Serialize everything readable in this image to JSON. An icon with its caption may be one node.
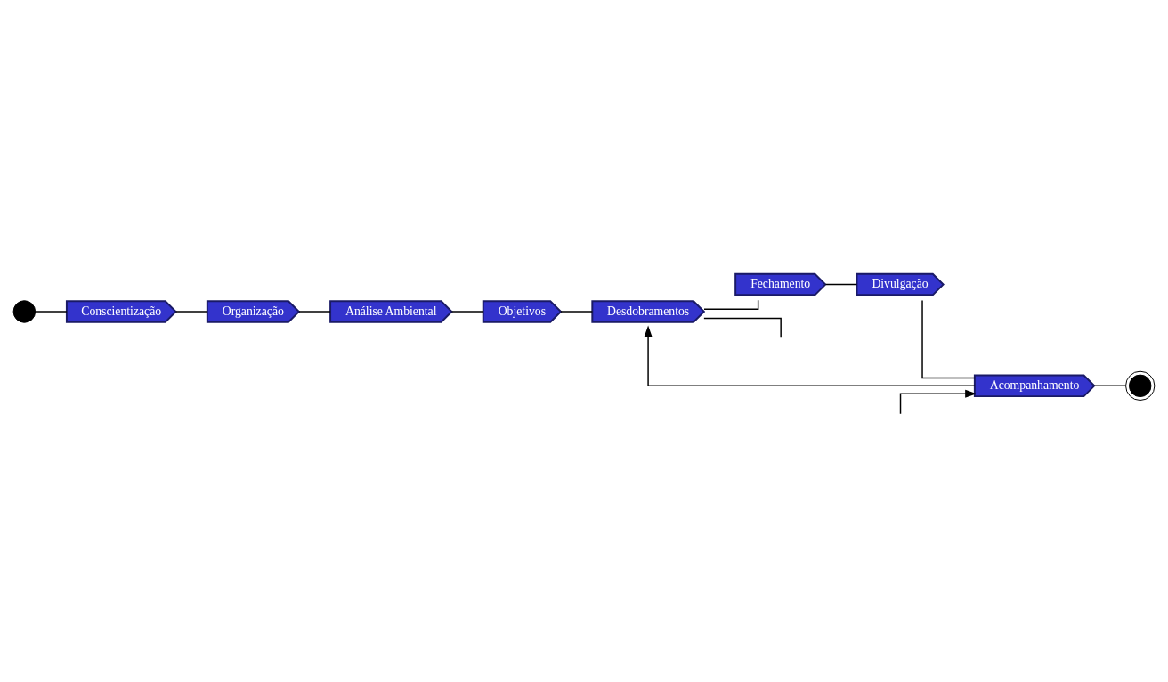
{
  "diagram": {
    "nodes": [
      {
        "text": [],
        "shape": "circle"
      },
      {
        "text": [
          "Conscientização"
        ]
      },
      {
        "text": [
          "Organização"
        ]
      },
      {
        "text": [
          "Análise Ambiental"
        ]
      },
      {
        "text": [
          "Objetivos"
        ]
      },
      {
        "text": [
          "Desdobramentos"
        ]
      },
      {
        "text": [
          "Fechamento"
        ]
      },
      {
        "text": [
          "Divulgação"
        ]
      },
      {
        "text": [
          "Acompanhamento"
        ]
      },
      {
        "text": [],
        "shape": "circle"
      }
    ],
    "edges": [
      {
        "from": 0,
        "to": 1,
        "arrow": "none"
      },
      {
        "from": 1,
        "to": 2,
        "arrow": "none"
      },
      {
        "from": 2,
        "to": 3,
        "arrow": "none"
      },
      {
        "from": 3,
        "to": 4,
        "arrow": "none"
      },
      {
        "from": 4,
        "to": 5,
        "arrow": "none"
      },
      {
        "from": 5,
        "to": 6,
        "arrow": "none"
      },
      {
        "from": 6,
        "to": 7,
        "arrow": "none"
      },
      {
        "from": 7,
        "to": 8,
        "arrow": "none"
      },
      {
        "from": 8,
        "to": 9,
        "arrow": "none"
      },
      {
        "from": 8,
        "to": 5,
        "arrow": "to"
      },
      {
        "from": 5,
        "to": null,
        "arrow": "none"
      },
      {
        "from": null,
        "to": 8,
        "arrow": "to"
      }
    ]
  }
}
